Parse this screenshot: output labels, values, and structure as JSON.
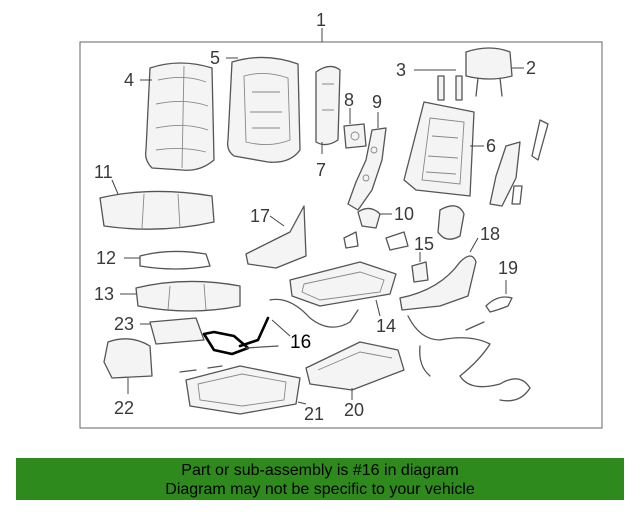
{
  "diagram": {
    "callouts": {
      "c1": "1",
      "c2": "2",
      "c3": "3",
      "c4": "4",
      "c5": "5",
      "c6": "6",
      "c7": "7",
      "c8": "8",
      "c9": "9",
      "c10": "10",
      "c11": "11",
      "c12": "12",
      "c13": "13",
      "c14": "14",
      "c15": "15",
      "c16": "16",
      "c17": "17",
      "c18": "18",
      "c19": "19",
      "c20": "20",
      "c21": "21",
      "c22": "22",
      "c23": "23"
    },
    "highlighted_part": "16"
  },
  "footer": {
    "line1": "Part or sub-assembly is #16 in diagram",
    "line2": "Diagram may not be specific to your vehicle",
    "color": "#2f8a1e"
  }
}
